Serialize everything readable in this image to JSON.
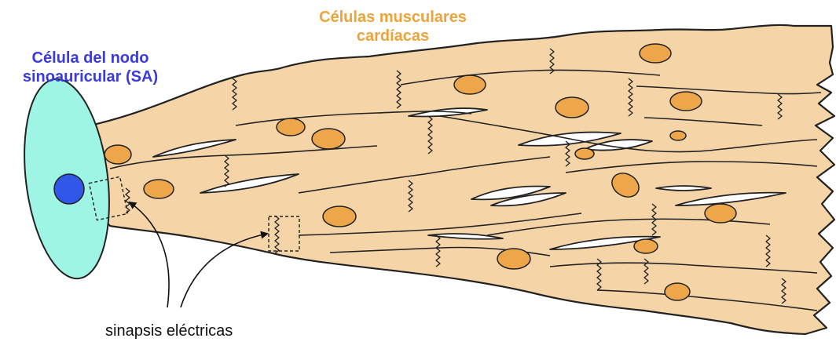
{
  "labels": {
    "muscle_title": [
      "Células musculares",
      "cardíacas"
    ],
    "sa_title": [
      "Célula del nodo",
      "sinoauricular (SA)"
    ],
    "synapse": "sinapsis eléctricas"
  },
  "colors": {
    "muscle_tissue": "#f5d5a8",
    "muscle_nucleus": "#eea64a",
    "sa_cell": "#9ef5e4",
    "sa_nucleus": "#3057e8",
    "muscle_title": "#eda33a",
    "sa_title": "#3a3ae2",
    "outline": "#222222"
  }
}
